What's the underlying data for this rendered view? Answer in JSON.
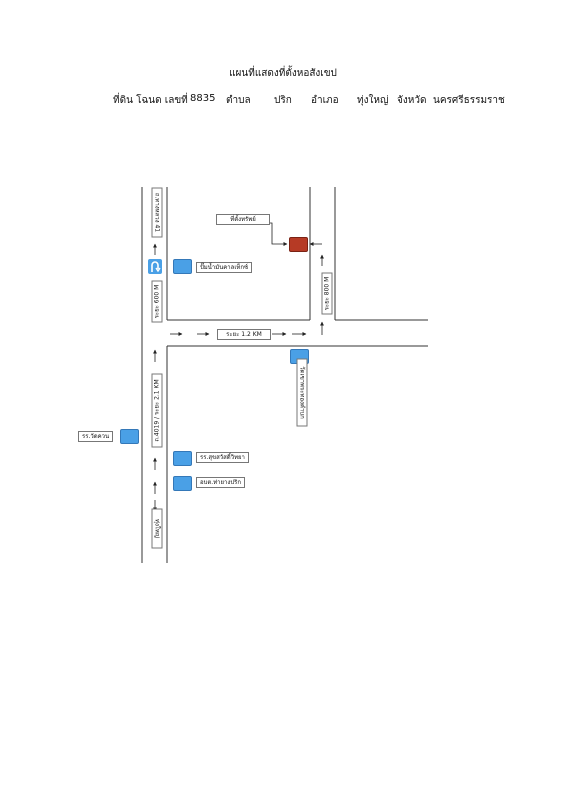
{
  "title": "แผนที่แสดงที่ตั้งหอสังเขป",
  "header": {
    "deed_label": "ที่ดิน โฉนด เลขที่",
    "deed_number": "8835",
    "subdistrict_label": "ตำบล",
    "subdistrict": "ปริก",
    "district_label": "อำเภอ",
    "district": "ทุ่งใหญ่",
    "province_label": "จังหวัด",
    "province": "นครศรีธรรมราช"
  },
  "map": {
    "road_top_left": "ถ.ทางหลวง 41",
    "distance_600m": "ระยะ 600 M",
    "distance_800m": "ระยะ 800 M",
    "distance_1_2km": "ระยะ 1.2 KM",
    "main_road": "ถ.4019 / ระยะ 2.1 KM",
    "to_town": "ทุ่งใหญ่",
    "site": "ที่ตั้งทรัพย์",
    "gas_station": "ปั๊มน้ำมันคาลเท็กซ์",
    "school_left": "รร.วัดควน",
    "school_right": "รร.สุขสวัสดิ์วิทยา",
    "sao": "อบต.ท่ายางปริก",
    "temple": "วัดเขาพระทองคำบก"
  },
  "colors": {
    "landmark": "#4aa0e6",
    "site": "#b63a25"
  },
  "icons": {
    "u_turn": "u-turn-icon"
  }
}
